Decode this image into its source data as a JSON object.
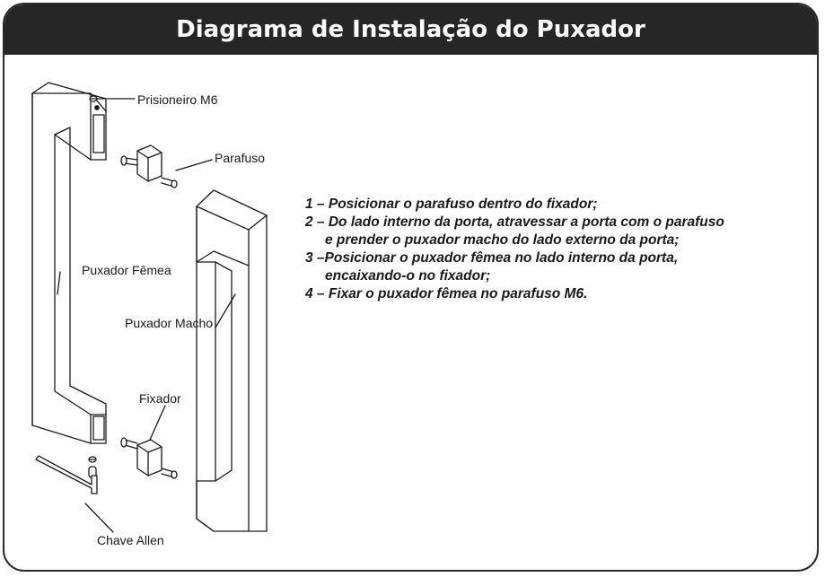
{
  "title": "Diagrama de Instalação do Puxador",
  "labels": {
    "prisioneiro": "Prisioneiro M6",
    "parafuso": "Parafuso",
    "puxador_femea": "Puxador Fêmea",
    "puxador_macho": "Puxador Macho",
    "fixador": "Fixador",
    "chave_allen": "Chave Allen"
  },
  "steps": [
    {
      "line1": "1 – Posicionar o parafuso dentro do fixador;",
      "line2": ""
    },
    {
      "line1": "2 – Do lado interno da porta, atravessar a porta com o parafuso",
      "line2": "e prender o puxador macho do lado externo da porta;"
    },
    {
      "line1": "3 –Posicionar o puxador fêmea no lado interno da porta,",
      "line2": "encaixando-o no fixador;"
    },
    {
      "line1": "4 – Fixar o puxador fêmea no parafuso M6.",
      "line2": ""
    }
  ],
  "colors": {
    "title_bg": "#262626",
    "title_text": "#ffffff",
    "line": "#1a1a1a"
  }
}
